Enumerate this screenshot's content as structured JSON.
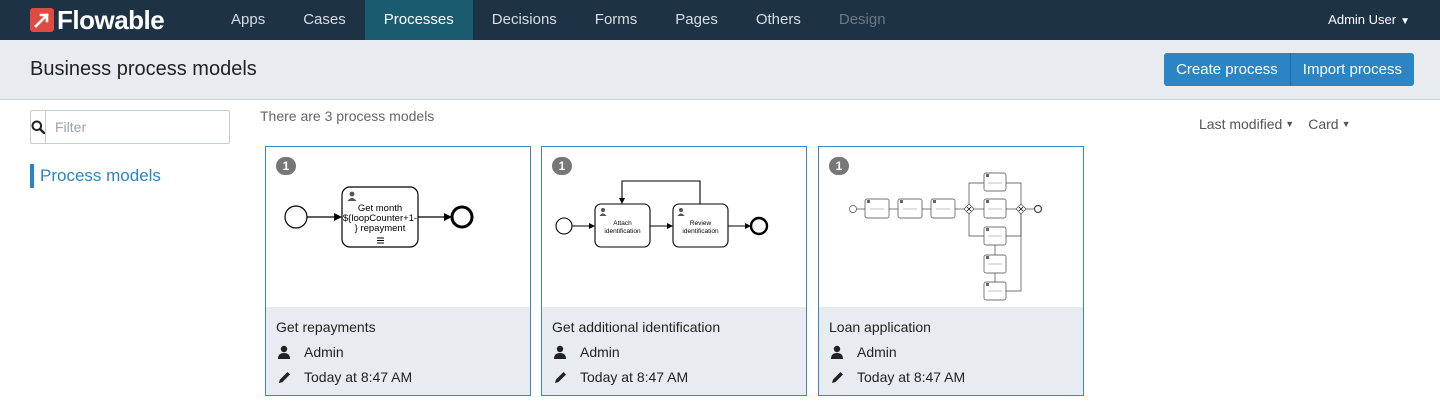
{
  "nav": {
    "brand": "Flowable",
    "items": [
      {
        "label": "Apps",
        "state": "normal"
      },
      {
        "label": "Cases",
        "state": "normal"
      },
      {
        "label": "Processes",
        "state": "active"
      },
      {
        "label": "Decisions",
        "state": "normal"
      },
      {
        "label": "Forms",
        "state": "normal"
      },
      {
        "label": "Pages",
        "state": "normal"
      },
      {
        "label": "Others",
        "state": "normal"
      },
      {
        "label": "Design",
        "state": "disabled"
      }
    ],
    "user": "Admin User"
  },
  "header": {
    "title": "Business process models",
    "create_label": "Create process",
    "import_label": "Import process"
  },
  "sidebar": {
    "filter_placeholder": "Filter",
    "link": "Process models"
  },
  "main": {
    "count_text": "There are 3 process models",
    "sort_label": "Last modified",
    "view_label": "Card"
  },
  "cards": [
    {
      "version": "1",
      "name": "Get repayments",
      "author": "Admin",
      "modified": "Today at 8:47 AM",
      "diagram_text": [
        "Get month",
        "${loopCounter+1-",
        "} repayment"
      ]
    },
    {
      "version": "1",
      "name": "Get additional identification",
      "author": "Admin",
      "modified": "Today at 8:47 AM",
      "diagram_text": [
        "Attach",
        "identification",
        "Review",
        "identification"
      ]
    },
    {
      "version": "1",
      "name": "Loan application",
      "author": "Admin",
      "modified": "Today at 8:47 AM"
    }
  ],
  "colors": {
    "navbar": "#1e3245",
    "nav_active": "#1b5b6f",
    "primary": "#2b85c4",
    "brand_red": "#e04a3f",
    "subheader": "#e8ecf0"
  },
  "icons": {
    "search": "search-icon",
    "user": "user-icon",
    "pencil": "pencil-icon"
  }
}
